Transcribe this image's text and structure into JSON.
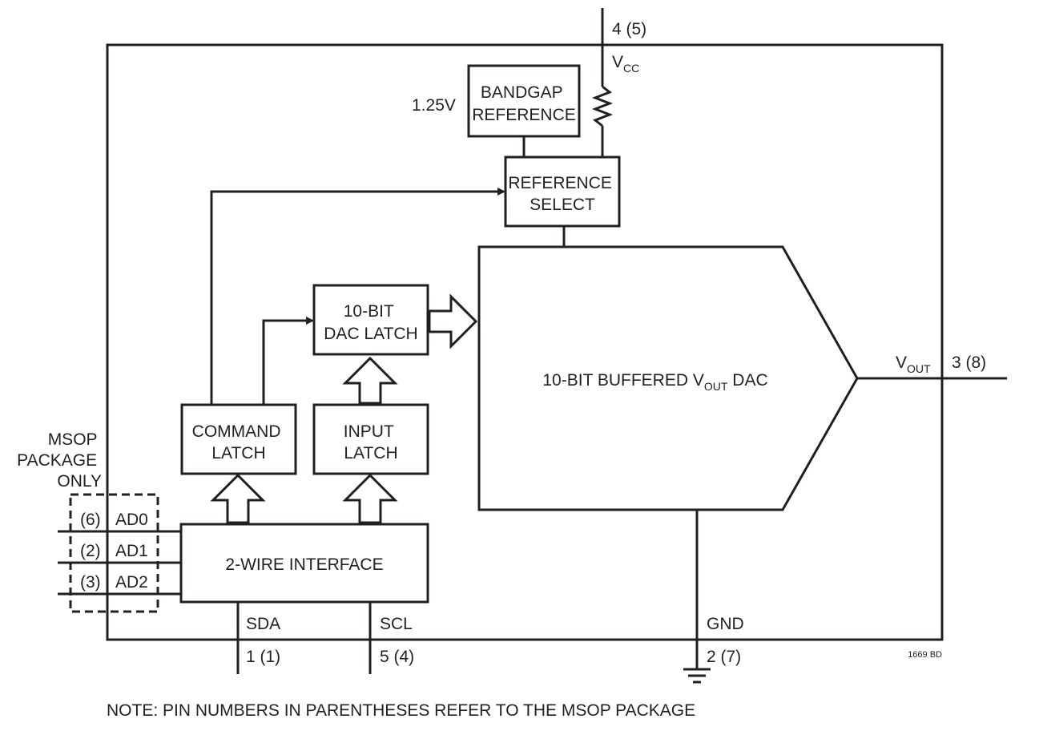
{
  "blocks": {
    "bandgap": [
      "BANDGAP",
      "REFERENCE"
    ],
    "reference_select": [
      "REFERENCE",
      "SELECT"
    ],
    "dac_latch": [
      "10-BIT",
      "DAC LATCH"
    ],
    "command_latch": [
      "COMMAND",
      "LATCH"
    ],
    "input_latch": [
      "INPUT",
      "LATCH"
    ],
    "interface": "2-WIRE INTERFACE",
    "dac": {
      "pre": "10-BIT BUFFERED V",
      "sub": "OUT",
      "post": " DAC"
    }
  },
  "labels": {
    "bandgap_voltage": "1.25V",
    "vcc_pin": "4 (5)",
    "vcc": {
      "main": "V",
      "sub": "CC"
    },
    "vout": {
      "main": "V",
      "sub": "OUT"
    },
    "vout_pin": "3 (8)",
    "sda": "SDA",
    "sda_pin": "1 (1)",
    "scl": "SCL",
    "scl_pin": "5 (4)",
    "gnd": "GND",
    "gnd_pin": "2 (7)",
    "msop": [
      "MSOP",
      "PACKAGE",
      "ONLY"
    ],
    "address_pins": [
      {
        "pin": "(6)",
        "name": "AD0"
      },
      {
        "pin": "(2)",
        "name": "AD1"
      },
      {
        "pin": "(3)",
        "name": "AD2"
      }
    ],
    "figure_id": "1669 BD",
    "note": "NOTE: PIN NUMBERS IN PARENTHESES REFER TO THE MSOP PACKAGE"
  }
}
